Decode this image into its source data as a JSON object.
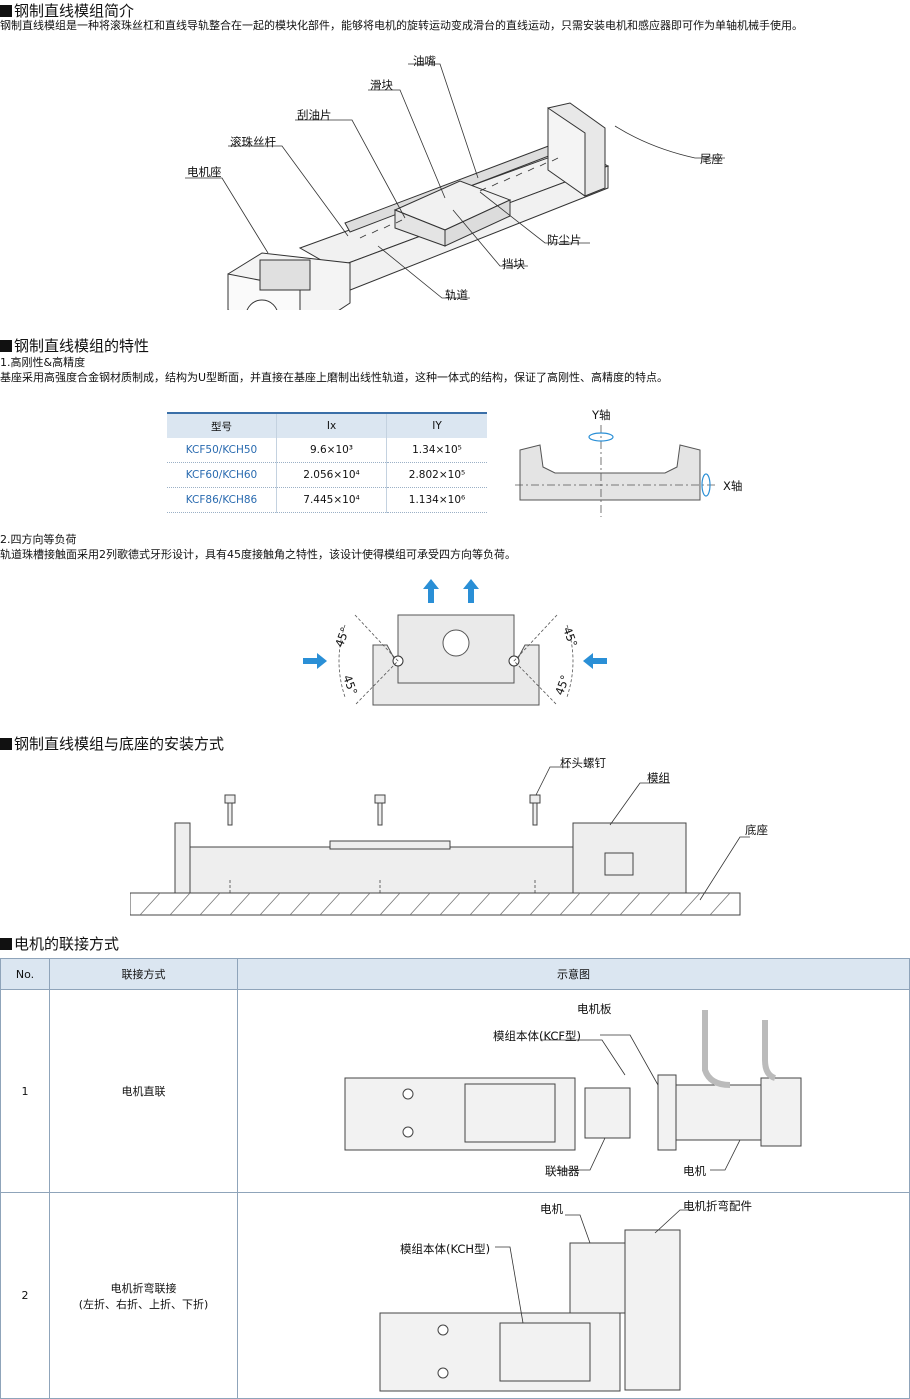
{
  "intro": {
    "heading": "钢制直线模组简介",
    "text": "钢制直线模组是一种将滚珠丝杠和直线导轨整合在一起的模块化部件，能够将电机的旋转运动变成滑台的直线运动，只需安装电机和感应器即可作为单轴机械手使用。",
    "labels": {
      "oil": "油嘴",
      "slider": "滑块",
      "scraper": "刮油片",
      "screw": "滚珠丝杆",
      "motor_seat": "电机座",
      "tail_seat": "尾座",
      "dust": "防尘片",
      "stopper": "挡块",
      "rail": "轨道"
    }
  },
  "features": {
    "heading": "钢制直线模组的特性",
    "item1_title": "1.高刚性&高精度",
    "item1_text": "基座采用高强度合金钢材质制成，结构为U型断面，并直接在基座上磨制出线性轨道，这种一体式的结构，保证了高刚性、高精度的特点。",
    "table": {
      "headers": [
        "型号",
        "Ix",
        "IY"
      ],
      "rows": [
        {
          "model": "KCF50/KCH50",
          "ix": "9.6×10³",
          "iy": "1.34×10⁵"
        },
        {
          "model": "KCF60/KCH60",
          "ix": "2.056×10⁴",
          "iy": "2.802×10⁵"
        },
        {
          "model": "KCF86/KCH86",
          "ix": "7.445×10⁴",
          "iy": "1.134×10⁶"
        }
      ]
    },
    "y_axis": "Y轴",
    "x_axis": "X轴",
    "item2_title": "2.四方向等负荷",
    "item2_text": "轨道珠槽接触面采用2列歌德式牙形设计，具有45度接触角之特性，该设计使得模组可承受四方向等负荷。",
    "angle": "45°"
  },
  "install": {
    "heading": "钢制直线模组与底座的安装方式",
    "labels": {
      "bolt": "杯头螺钉",
      "module": "模组",
      "base": "底座"
    }
  },
  "connection": {
    "heading": "电机的联接方式",
    "headers": [
      "No.",
      "联接方式",
      "示意图"
    ],
    "rows": [
      {
        "no": "1",
        "method": "电机直联",
        "labels": {
          "motor_plate": "电机板",
          "body": "模组本体(KCF型)",
          "coupling": "联轴器",
          "motor": "电机"
        }
      },
      {
        "no": "2",
        "method": "电机折弯联接",
        "method_sub": "(左折、右折、上折、下折)",
        "labels": {
          "motor": "电机",
          "bend": "电机折弯配件",
          "body": "模组本体(KCH型)"
        }
      }
    ]
  },
  "colors": {
    "accent": "#3a6fa8",
    "arrow": "#2a8fd6",
    "table_head": "#dbe6f1"
  }
}
